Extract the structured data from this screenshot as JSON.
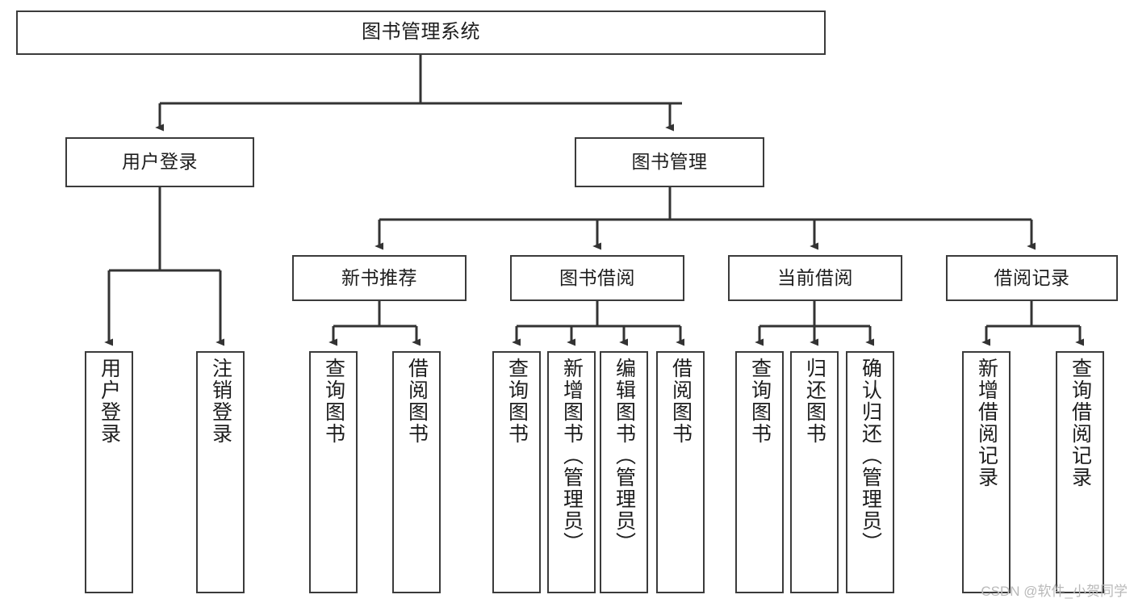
{
  "diagram": {
    "type": "tree-hierarchy-chart",
    "title": "图书管理系统",
    "watermark": "CSDN @软件_小贺同学",
    "colors": {
      "box_border": "#3b3b3b",
      "box_fill": "#ffffff",
      "connector": "#333333",
      "text": "#1d1d1d",
      "watermark": "#b9b9b9"
    },
    "nodes": {
      "root": {
        "label": "图书管理系统"
      },
      "level2": [
        {
          "id": "user-login",
          "label": "用户登录"
        },
        {
          "id": "book-management",
          "label": "图书管理"
        }
      ],
      "level3": [
        {
          "id": "new-book-recommend",
          "label": "新书推荐"
        },
        {
          "id": "book-borrow",
          "label": "图书借阅"
        },
        {
          "id": "current-borrow",
          "label": "当前借阅"
        },
        {
          "id": "borrow-record",
          "label": "借阅记录"
        }
      ],
      "leaves": {
        "user_login": [
          {
            "id": "leaf-user-login",
            "label": "用户登录"
          },
          {
            "id": "leaf-user-logout",
            "label": "注销登录"
          }
        ],
        "new_book_recommend": [
          {
            "id": "leaf-query-book-1",
            "label": "查询图书"
          },
          {
            "id": "leaf-borrow-book-1",
            "label": "借阅图书"
          }
        ],
        "book_borrow": [
          {
            "id": "leaf-query-book-2",
            "label": "查询图书"
          },
          {
            "id": "leaf-add-book-admin",
            "label": "新增图书（管理员）"
          },
          {
            "id": "leaf-edit-book-admin",
            "label": "编辑图书（管理员）"
          },
          {
            "id": "leaf-borrow-book-2",
            "label": "借阅图书"
          }
        ],
        "current_borrow": [
          {
            "id": "leaf-query-book-3",
            "label": "查询图书"
          },
          {
            "id": "leaf-return-book",
            "label": "归还图书"
          },
          {
            "id": "leaf-confirm-return-admin",
            "label": "确认归还（管理员）"
          }
        ],
        "borrow_record": [
          {
            "id": "leaf-add-borrow-record",
            "label": "新增借阅记录"
          },
          {
            "id": "leaf-query-borrow-record",
            "label": "查询借阅记录"
          }
        ]
      }
    }
  }
}
